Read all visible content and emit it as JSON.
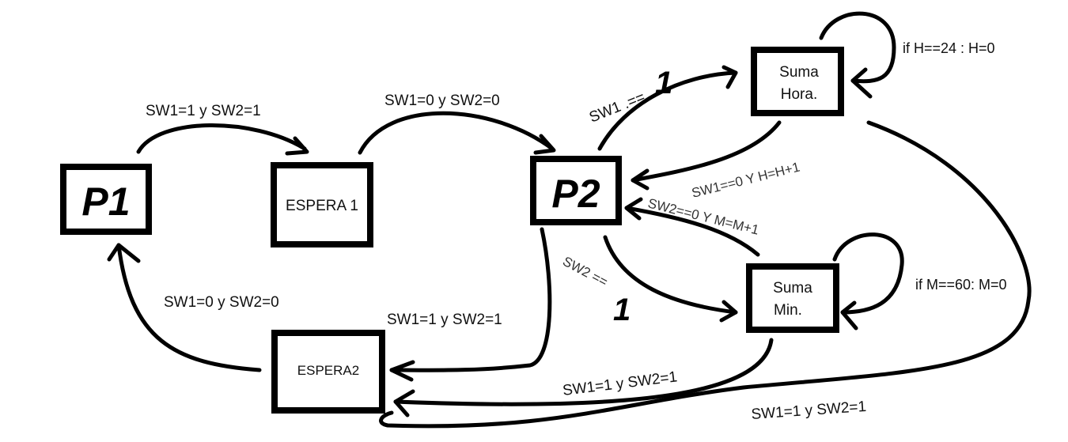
{
  "states": {
    "p1": "P1",
    "espera1": "ESPERA 1",
    "p2": "P2",
    "espera2": "ESPERA2",
    "suma_hora_line1": "Suma",
    "suma_hora_line2": "Hora.",
    "suma_min_line1": "Suma",
    "suma_min_line2": "Min."
  },
  "transitions": {
    "p1_to_espera1": "SW1=1 y SW2=1",
    "espera1_to_p2": "SW1=0 y SW2=0",
    "p2_to_suma_hora": "SW1 .==",
    "p2_to_suma_hora_value": "1",
    "suma_hora_to_p2": "SW1==0 Y H=H+1",
    "suma_min_to_p2": "SW2==0 Y M=M+1",
    "p2_to_suma_min": "SW2 ==",
    "p2_to_suma_min_value": "1",
    "suma_hora_self": "if H==24 : H=0",
    "suma_min_self": "if M==60: M=0",
    "p2_to_espera2": "SW1=1 y SW2=1",
    "espera2_to_p1": "SW1=0 y SW2=0",
    "suma_min_to_espera2": "SW1=1 y SW2=1",
    "suma_hora_to_espera2": "SW1=1 y SW2=1"
  }
}
